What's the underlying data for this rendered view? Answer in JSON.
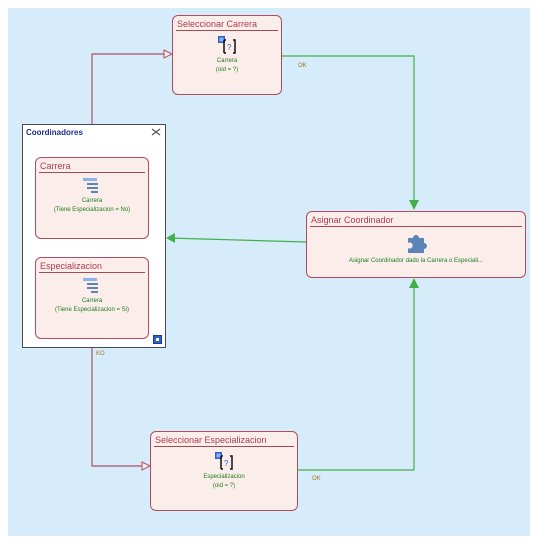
{
  "colors": {
    "canvas": "#d6ecfa",
    "node_fill": "#fbeeea",
    "node_border": "#b04c63",
    "title_text": "#b03a52",
    "body_text": "#1e7a1e",
    "connector_green": "#44b04a",
    "connector_pink": "#b0506a",
    "container_title": "#1b2e8a"
  },
  "nodes": {
    "seleccionar_carrera": {
      "title": "Seleccionar Carrera",
      "line1": "Carrera",
      "line2": "(oid = ?)",
      "icon": "select-query-icon"
    },
    "asignar_coordinador": {
      "title": "Asignar Coordinador",
      "line1": "Asignar Coordinador dado la Carrera o Especiali...",
      "icon": "puzzle-piece-icon"
    },
    "seleccionar_especializacion": {
      "title": "Seleccionar Especializacion",
      "line1": "Especializacion",
      "line2": "(oid = ?)",
      "icon": "select-query-icon"
    }
  },
  "container": {
    "title": "Coordinadores",
    "icon": "collapse-icon",
    "items": [
      {
        "title": "Carrera",
        "line1": "Carrera",
        "line2": "(Tiene Especializacion = No)",
        "icon": "index-list-icon"
      },
      {
        "title": "Especializacion",
        "line1": "Carrera",
        "line2": "(Tiene Especializacion = Si)",
        "icon": "index-list-icon"
      }
    ]
  },
  "link_labels": {
    "carrera_ok": "OK",
    "especializacion_ok": "OK",
    "container_out": "KO"
  }
}
